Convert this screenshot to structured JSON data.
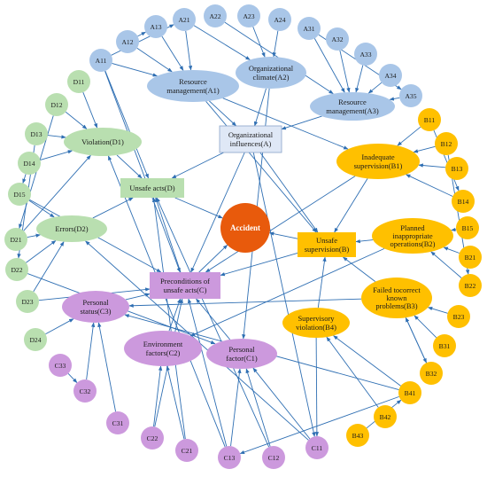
{
  "nodes": {
    "A": {
      "lines": [
        "Organizational",
        "influences(A)"
      ]
    },
    "A1": {
      "lines": [
        "Resource",
        "management(A1)"
      ]
    },
    "A2": {
      "lines": [
        "Organizational",
        "climate(A2)"
      ]
    },
    "A3": {
      "lines": [
        "Resource",
        "management(A3)"
      ]
    },
    "A11": {
      "lines": [
        "A11"
      ]
    },
    "A12": {
      "lines": [
        "A12"
      ]
    },
    "A13": {
      "lines": [
        "A13"
      ]
    },
    "A21": {
      "lines": [
        "A21"
      ]
    },
    "A22": {
      "lines": [
        "A22"
      ]
    },
    "A23": {
      "lines": [
        "A23"
      ]
    },
    "A24": {
      "lines": [
        "A24"
      ]
    },
    "A31": {
      "lines": [
        "A31"
      ]
    },
    "A32": {
      "lines": [
        "A32"
      ]
    },
    "A33": {
      "lines": [
        "A33"
      ]
    },
    "A34": {
      "lines": [
        "A34"
      ]
    },
    "A35": {
      "lines": [
        "A35"
      ]
    },
    "B": {
      "lines": [
        "Unsafe",
        "supervision(B)"
      ]
    },
    "B1": {
      "lines": [
        "Inadequate",
        "supervision(B1)"
      ]
    },
    "B2": {
      "lines": [
        "Planned",
        "inappropriate",
        "operations(B2)"
      ]
    },
    "B3": {
      "lines": [
        "Failed tocorrect",
        "known",
        "problems(B3)"
      ]
    },
    "B4": {
      "lines": [
        "Supervisory",
        "violation(B4)"
      ]
    },
    "B11": {
      "lines": [
        "B11"
      ]
    },
    "B12": {
      "lines": [
        "B12"
      ]
    },
    "B13": {
      "lines": [
        "B13"
      ]
    },
    "B14": {
      "lines": [
        "B14"
      ]
    },
    "B15": {
      "lines": [
        "B15"
      ]
    },
    "B21": {
      "lines": [
        "B21"
      ]
    },
    "B22": {
      "lines": [
        "B22"
      ]
    },
    "B23": {
      "lines": [
        "B23"
      ]
    },
    "B31": {
      "lines": [
        "B31"
      ]
    },
    "B32": {
      "lines": [
        "B32"
      ]
    },
    "B41": {
      "lines": [
        "B41"
      ]
    },
    "B42": {
      "lines": [
        "B42"
      ]
    },
    "B43": {
      "lines": [
        "B43"
      ]
    },
    "C": {
      "lines": [
        "Preconditions of",
        "unsafe acts(C)"
      ]
    },
    "C1": {
      "lines": [
        "Personal",
        "factor(C1)"
      ]
    },
    "C2": {
      "lines": [
        "Environment",
        "factors(C2)"
      ]
    },
    "C3": {
      "lines": [
        "Personal",
        "status(C3)"
      ]
    },
    "C11": {
      "lines": [
        "C11"
      ]
    },
    "C12": {
      "lines": [
        "C12"
      ]
    },
    "C13": {
      "lines": [
        "C13"
      ]
    },
    "C21": {
      "lines": [
        "C21"
      ]
    },
    "C22": {
      "lines": [
        "C22"
      ]
    },
    "C31": {
      "lines": [
        "C31"
      ]
    },
    "C32": {
      "lines": [
        "C32"
      ]
    },
    "C33": {
      "lines": [
        "C33"
      ]
    },
    "D": {
      "lines": [
        "Unsafe acts(D)"
      ]
    },
    "D1": {
      "lines": [
        "Violation(D1)"
      ]
    },
    "D2": {
      "lines": [
        "Errors(D2)"
      ]
    },
    "D11": {
      "lines": [
        "D11"
      ]
    },
    "D12": {
      "lines": [
        "D12"
      ]
    },
    "D13": {
      "lines": [
        "D13"
      ]
    },
    "D14": {
      "lines": [
        "D14"
      ]
    },
    "D15": {
      "lines": [
        "D15"
      ]
    },
    "D21": {
      "lines": [
        "D21"
      ]
    },
    "D22": {
      "lines": [
        "D22"
      ]
    },
    "D23": {
      "lines": [
        "D23"
      ]
    },
    "D24": {
      "lines": [
        "D24"
      ]
    },
    "ACC": {
      "lines": [
        "Accident"
      ]
    }
  },
  "colors": {
    "a_fill": "#a9c6e8",
    "a_box_fill": "#dfe8f6",
    "b_fill": "#ffc000",
    "c_fill": "#cc99dd",
    "d_fill": "#b9dfb0",
    "accident_fill": "#e85a0c",
    "edge": "#2f6fb3"
  },
  "edges": [
    [
      "A11",
      "A1"
    ],
    [
      "A12",
      "A1"
    ],
    [
      "A13",
      "A1"
    ],
    [
      "A21",
      "A1"
    ],
    [
      "A11",
      "A21"
    ],
    [
      "A12",
      "A13"
    ],
    [
      "A22",
      "A3"
    ],
    [
      "A23",
      "A2"
    ],
    [
      "A24",
      "A2"
    ],
    [
      "A21",
      "A2"
    ],
    [
      "A31",
      "A3"
    ],
    [
      "A32",
      "A3"
    ],
    [
      "A33",
      "A3"
    ],
    [
      "A34",
      "A3"
    ],
    [
      "A35",
      "A3"
    ],
    [
      "A31",
      "A35"
    ],
    [
      "A1",
      "A"
    ],
    [
      "A2",
      "A"
    ],
    [
      "A3",
      "A"
    ],
    [
      "A",
      "D"
    ],
    [
      "A",
      "B"
    ],
    [
      "A",
      "C"
    ],
    [
      "A1",
      "B"
    ],
    [
      "A1",
      "B1"
    ],
    [
      "A11",
      "C"
    ],
    [
      "A2",
      "C1"
    ],
    [
      "A",
      "C11"
    ],
    [
      "B11",
      "B1"
    ],
    [
      "B12",
      "B1"
    ],
    [
      "B13",
      "B1"
    ],
    [
      "B14",
      "B1"
    ],
    [
      "B11",
      "B14"
    ],
    [
      "B15",
      "B2"
    ],
    [
      "B21",
      "B2"
    ],
    [
      "B22",
      "B2"
    ],
    [
      "B23",
      "B3"
    ],
    [
      "B31",
      "B3"
    ],
    [
      "B32",
      "B3"
    ],
    [
      "B41",
      "B4"
    ],
    [
      "B42",
      "B4"
    ],
    [
      "B43",
      "B41"
    ],
    [
      "B1",
      "B"
    ],
    [
      "B2",
      "B"
    ],
    [
      "B3",
      "B"
    ],
    [
      "B4",
      "B"
    ],
    [
      "B",
      "ACC"
    ],
    [
      "B",
      "C"
    ],
    [
      "B1",
      "C"
    ],
    [
      "B3",
      "C3"
    ],
    [
      "B2",
      "C2"
    ],
    [
      "B3",
      "B32"
    ],
    [
      "B12",
      "B22"
    ],
    [
      "C1",
      "C"
    ],
    [
      "C2",
      "C"
    ],
    [
      "C3",
      "C"
    ],
    [
      "C",
      "D"
    ],
    [
      "C",
      "ACC"
    ],
    [
      "C11",
      "C1"
    ],
    [
      "C12",
      "C1"
    ],
    [
      "C13",
      "C1"
    ],
    [
      "C21",
      "C2"
    ],
    [
      "C22",
      "C2"
    ],
    [
      "C31",
      "C3"
    ],
    [
      "C32",
      "C3"
    ],
    [
      "C33",
      "C32"
    ],
    [
      "C13",
      "D1"
    ],
    [
      "C11",
      "D2"
    ],
    [
      "C12",
      "D"
    ],
    [
      "C21",
      "D"
    ],
    [
      "C13",
      "C"
    ],
    [
      "C22",
      "C"
    ],
    [
      "B41",
      "C13"
    ],
    [
      "B41",
      "C3"
    ],
    [
      "B4",
      "C11"
    ],
    [
      "D",
      "ACC"
    ],
    [
      "D1",
      "D"
    ],
    [
      "D2",
      "D"
    ],
    [
      "D11",
      "D1"
    ],
    [
      "D12",
      "D1"
    ],
    [
      "D13",
      "D1"
    ],
    [
      "D14",
      "D1"
    ],
    [
      "D15",
      "D2"
    ],
    [
      "D21",
      "D2"
    ],
    [
      "D22",
      "D2"
    ],
    [
      "D23",
      "D2"
    ],
    [
      "D24",
      "C3"
    ],
    [
      "D12",
      "D21"
    ],
    [
      "D13",
      "D22"
    ],
    [
      "D14",
      "D15"
    ],
    [
      "D21",
      "D1"
    ],
    [
      "D23",
      "C"
    ],
    [
      "D22",
      "C1"
    ],
    [
      "A11",
      "D"
    ],
    [
      "D15",
      "C"
    ]
  ]
}
